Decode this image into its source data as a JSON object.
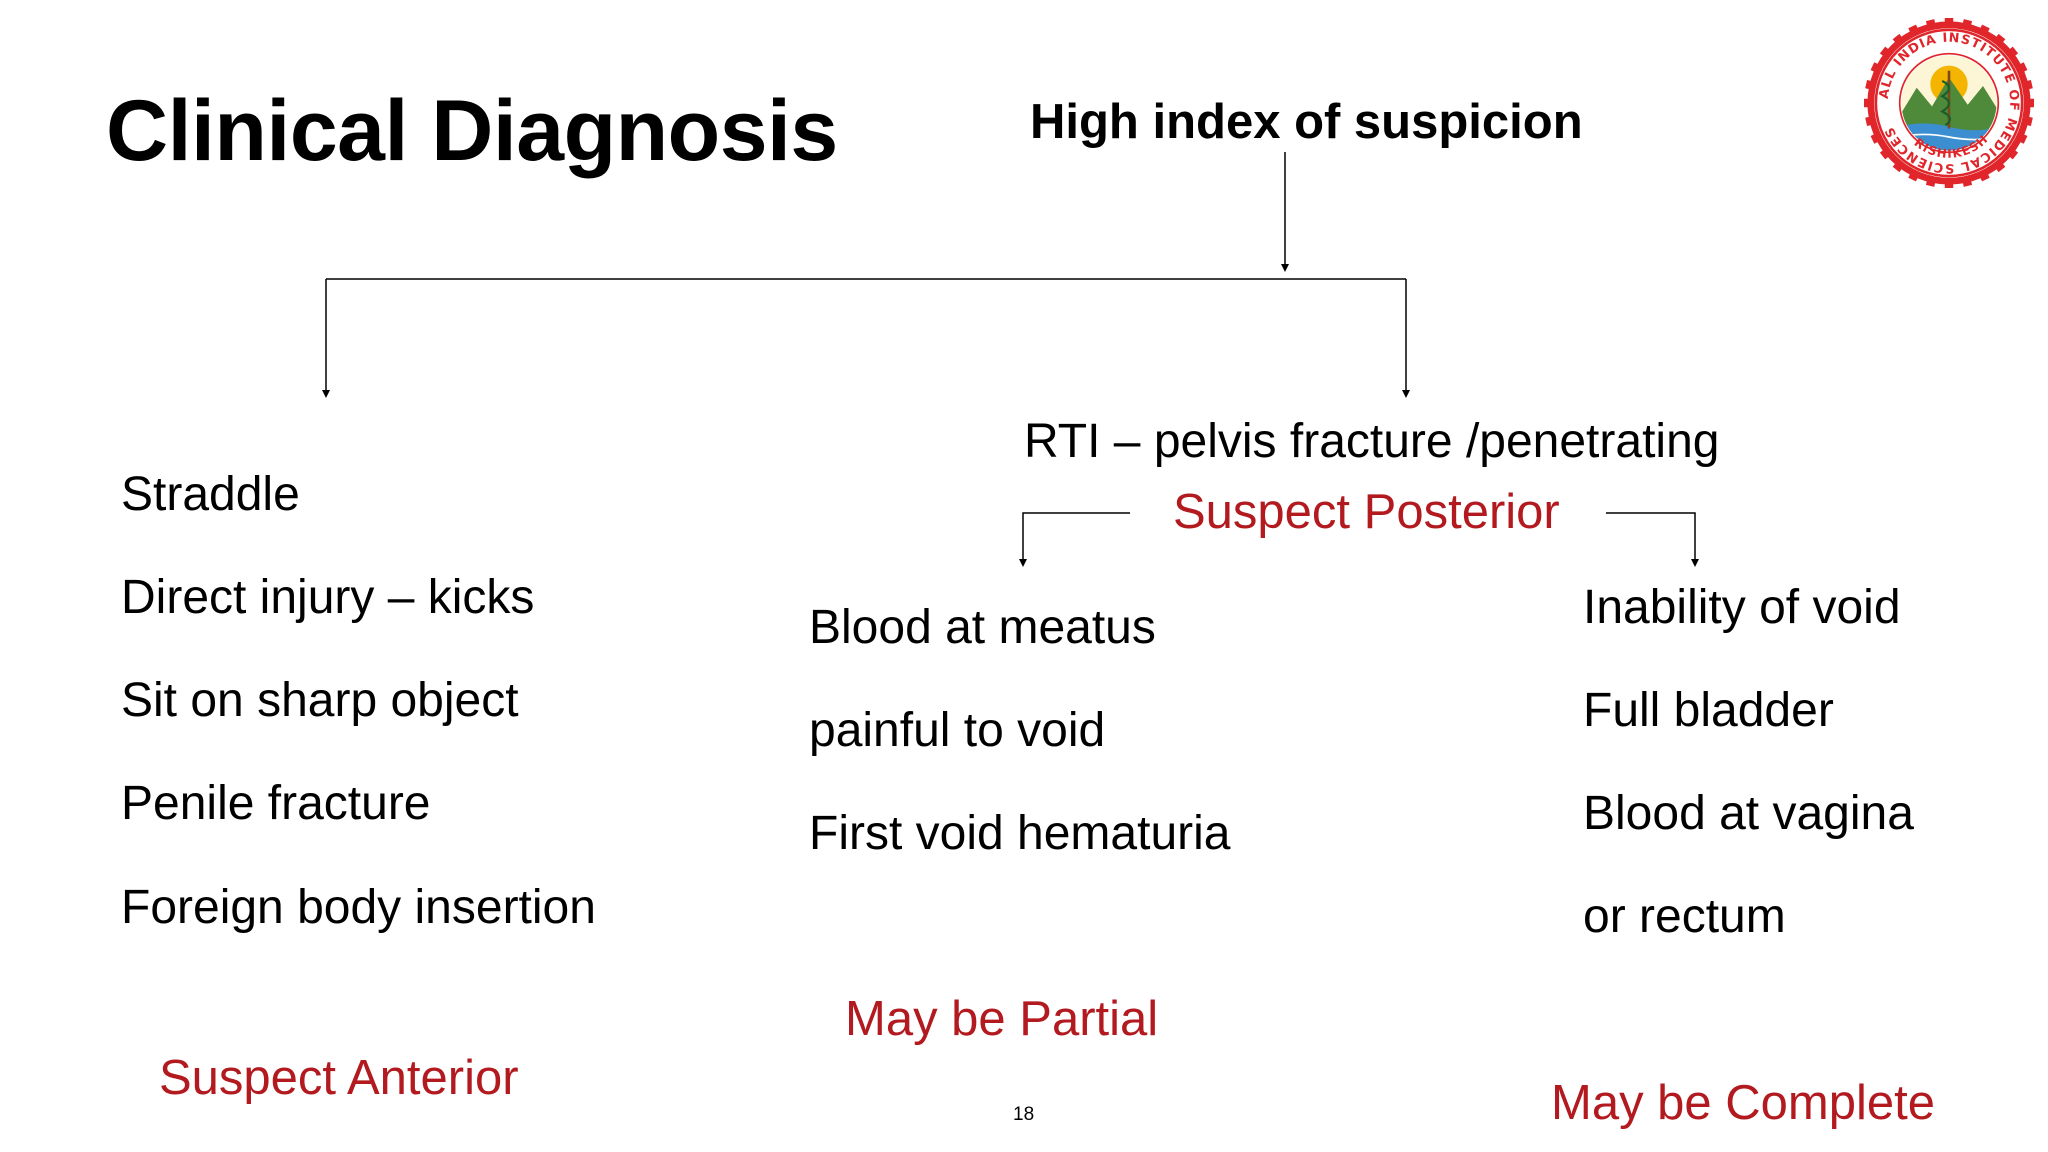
{
  "slide": {
    "title": "Clinical Diagnosis",
    "page_number": "18"
  },
  "root_node": {
    "label": "High index of suspicion"
  },
  "anterior": {
    "items": [
      "Straddle",
      "Direct injury – kicks",
      "Sit on sharp object",
      "Penile fracture",
      "Foreign body insertion"
    ],
    "conclusion": "Suspect Anterior"
  },
  "posterior": {
    "mechanism": "RTI – pelvis fracture /penetrating",
    "conclusion": "Suspect Posterior",
    "partial": {
      "items": [
        "Blood at meatus",
        "painful to void",
        "First void hematuria"
      ],
      "conclusion": "May be Partial"
    },
    "complete": {
      "items": [
        "Inability of void",
        "Full bladder",
        "Blood at vagina",
        "or rectum"
      ],
      "conclusion": "May be Complete"
    }
  },
  "logo": {
    "ring_text": "ALL INDIA INSTITUTE OF MEDICAL SCIENCES",
    "city": "RISHIKESH",
    "colors": {
      "ring": "#e0262b",
      "mountains": "#4f8a3a",
      "sun": "#f4b400",
      "water": "#3b8fd0"
    }
  },
  "colors": {
    "accent_red": "#b21a1f",
    "text": "#000000",
    "background": "#ffffff"
  }
}
